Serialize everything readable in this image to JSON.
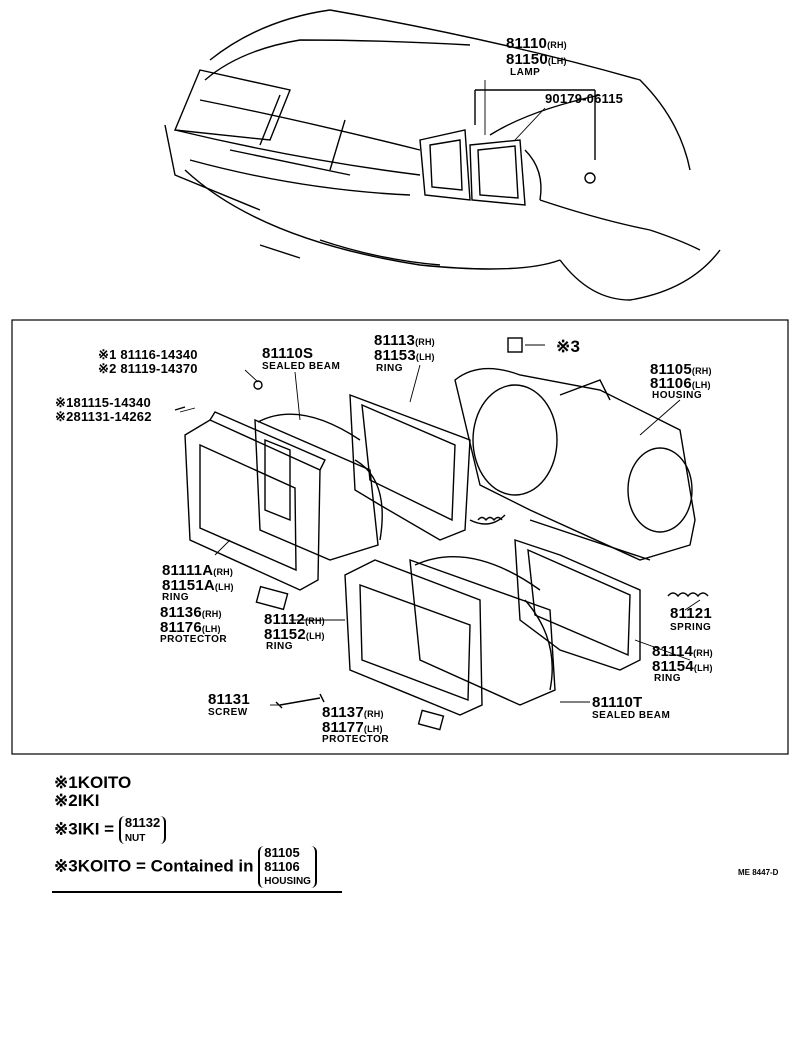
{
  "top_callouts": {
    "lamp_rh": "81110",
    "lamp_rh_side": "(RH)",
    "lamp_lh": "81150",
    "lamp_lh_side": "(LH)",
    "lamp_name": "LAMP",
    "bolt": "90179-06115"
  },
  "parts": {
    "koito_bolt_1": "※1 81116-14340",
    "koito_bolt_2": "※2 81119-14370",
    "screw_1": "※181115-14340",
    "screw_2": "※281131-14262",
    "sealed_beam_s": "81110S",
    "sealed_beam_s_name": "SEALED BEAM",
    "ring_upper_rh": "81113",
    "ring_upper_lh": "81153",
    "ring_upper_name": "RING",
    "nut_note": "※3",
    "housing_rh": "81105",
    "housing_lh": "81106",
    "housing_name": "HOUSING",
    "ring_a_rh": "81111A",
    "ring_a_lh": "81151A",
    "ring_a_name": "RING",
    "protector_rh": "81136",
    "protector_lh": "81176",
    "protector_name": "PROTECTOR",
    "ring_mid_rh": "81112",
    "ring_mid_lh": "81152",
    "ring_mid_name": "RING",
    "spring": "81121",
    "spring_name": "SPRING",
    "ring_low_rh": "81114",
    "ring_low_lh": "81154",
    "ring_low_name": "RING",
    "screw": "81131",
    "screw_name": "SCREW",
    "protector2_rh": "81137",
    "protector2_lh": "81177",
    "protector2_name": "PROTECTOR",
    "sealed_beam_t": "81110T",
    "sealed_beam_t_name": "SEALED BEAM",
    "rh": "(RH)",
    "lh": "(LH)"
  },
  "legend": {
    "line1": "※1KOITO",
    "line2": "※2IKI",
    "line3_prefix": "※3IKI  =",
    "line3_part": "81132",
    "line3_name": "NUT",
    "line4_prefix": "※3KOITO  =  Contained in",
    "line4_part1": "81105",
    "line4_part2": "81106",
    "line4_name": "HOUSING"
  },
  "figure_code": "ME  8447-D"
}
